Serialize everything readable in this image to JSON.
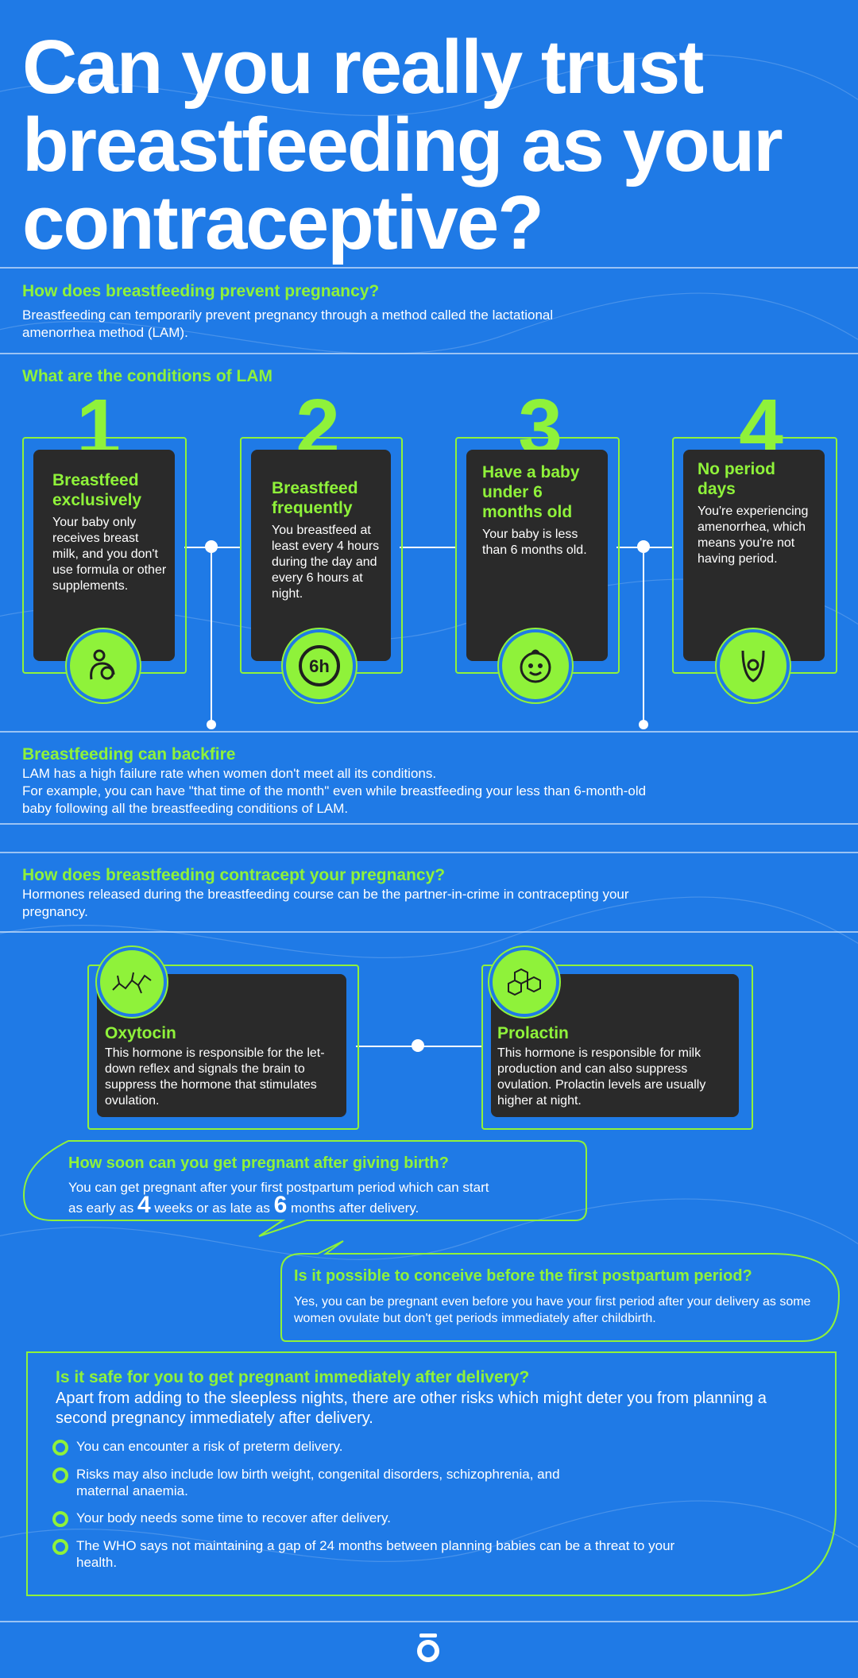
{
  "title": "Can you really trust breastfeeding as your contraceptive?",
  "intro": {
    "heading": "How does breastfeeding prevent pregnancy?",
    "body": "Breastfeeding can temporarily prevent pregnancy through a method called the lactational amenorrhea method (LAM)."
  },
  "conditions": {
    "heading": "What are the conditions of LAM",
    "items": [
      {
        "number": "1",
        "title": "Breastfeed exclusively",
        "body": "Your baby only receives breast milk, and you don't use formula or other supplements.",
        "icon": "breastfeeding-mother-icon"
      },
      {
        "number": "2",
        "title": "Breastfeed frequently",
        "body": "You breastfeed at least every 4 hours during the day and every 6 hours at night.",
        "icon": "six-hour-clock-icon",
        "icon_text": "6h"
      },
      {
        "number": "3",
        "title": "Have a baby under 6 months old",
        "body": "Your baby is less than 6 months old.",
        "icon": "baby-face-icon"
      },
      {
        "number": "4",
        "title": "No period days",
        "body": "You're experiencing amenorrhea, which means you're not having period.",
        "icon": "uterus-icon"
      }
    ]
  },
  "backfire": {
    "heading": "Breastfeeding can backfire",
    "line1": "LAM has a high failure rate when women don't meet all its conditions.",
    "line2": "For example, you can have \"that time of the month\" even while breastfeeding your less than 6-month-old baby following all the breastfeeding conditions of LAM."
  },
  "contracept": {
    "heading": "How does breastfeeding contracept your pregnancy?",
    "body": "Hormones released during the breastfeeding course can be the partner-in-crime in contracepting your pregnancy."
  },
  "hormones": [
    {
      "title": "Oxytocin",
      "body": "This hormone is responsible for the let-down reflex and signals the brain to suppress the hormone that stimulates ovulation.",
      "icon": "oxytocin-molecule-icon"
    },
    {
      "title": "Prolactin",
      "body": "This hormone is responsible for milk production and can also suppress ovulation. Prolactin levels are usually higher at night.",
      "icon": "prolactin-molecule-icon"
    }
  ],
  "how_soon": {
    "heading": "How soon can you get pregnant after giving birth?",
    "body_a": "You can get pregnant after your first postpartum period which can start",
    "body_b1": "as early as",
    "num1": "4",
    "body_b2": "weeks or as late as",
    "num2": "6",
    "body_b3": "months after delivery."
  },
  "conceive": {
    "heading": "Is it possible to conceive before the first postpartum period?",
    "body": "Yes, you can be pregnant even before you have your first period after your delivery as some women ovulate but don't get periods immediately after childbirth."
  },
  "safe": {
    "heading": "Is it safe for you to get pregnant immediately after delivery?",
    "body": "Apart from adding to the sleepless nights, there are other risks which might deter you from planning a second pregnancy immediately after delivery.",
    "bullets": [
      "You can encounter a risk of preterm delivery.",
      "Risks may also include low birth weight, congenital disorders, schizophrenia, and maternal anaemia.",
      "Your body needs some time to recover after delivery.",
      "The WHO says not maintaining a gap of 24 months between planning babies can be a threat to your health."
    ]
  },
  "footer": {
    "logo": "logo-icon"
  },
  "colors": {
    "background": "#1f7ae6",
    "accent": "#8ff23a",
    "card": "#2a2a2a"
  }
}
